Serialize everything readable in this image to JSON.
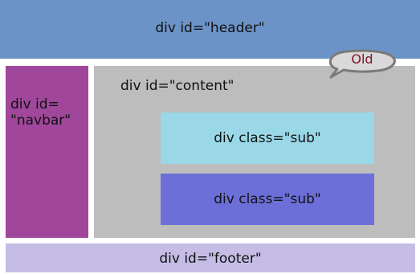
{
  "diagram": {
    "header_label": "div id=\"header\"",
    "navbar_label": "div id=\n\"navbar\"",
    "content_label": "div id=\"content\"",
    "sub_labels": [
      "div class=\"sub\"",
      "div class=\"sub\""
    ],
    "footer_label": "div id=\"footer\"",
    "callout_label": "Old"
  },
  "colors": {
    "header": "#6b93c8",
    "navbar": "#a0479b",
    "content": "#bdbdbd",
    "sub_light": "#9ad8e8",
    "sub_dark": "#6c6fd8",
    "footer": "#c6bde6",
    "callout_border": "#7a7a7a",
    "callout_text": "#7d1226"
  }
}
